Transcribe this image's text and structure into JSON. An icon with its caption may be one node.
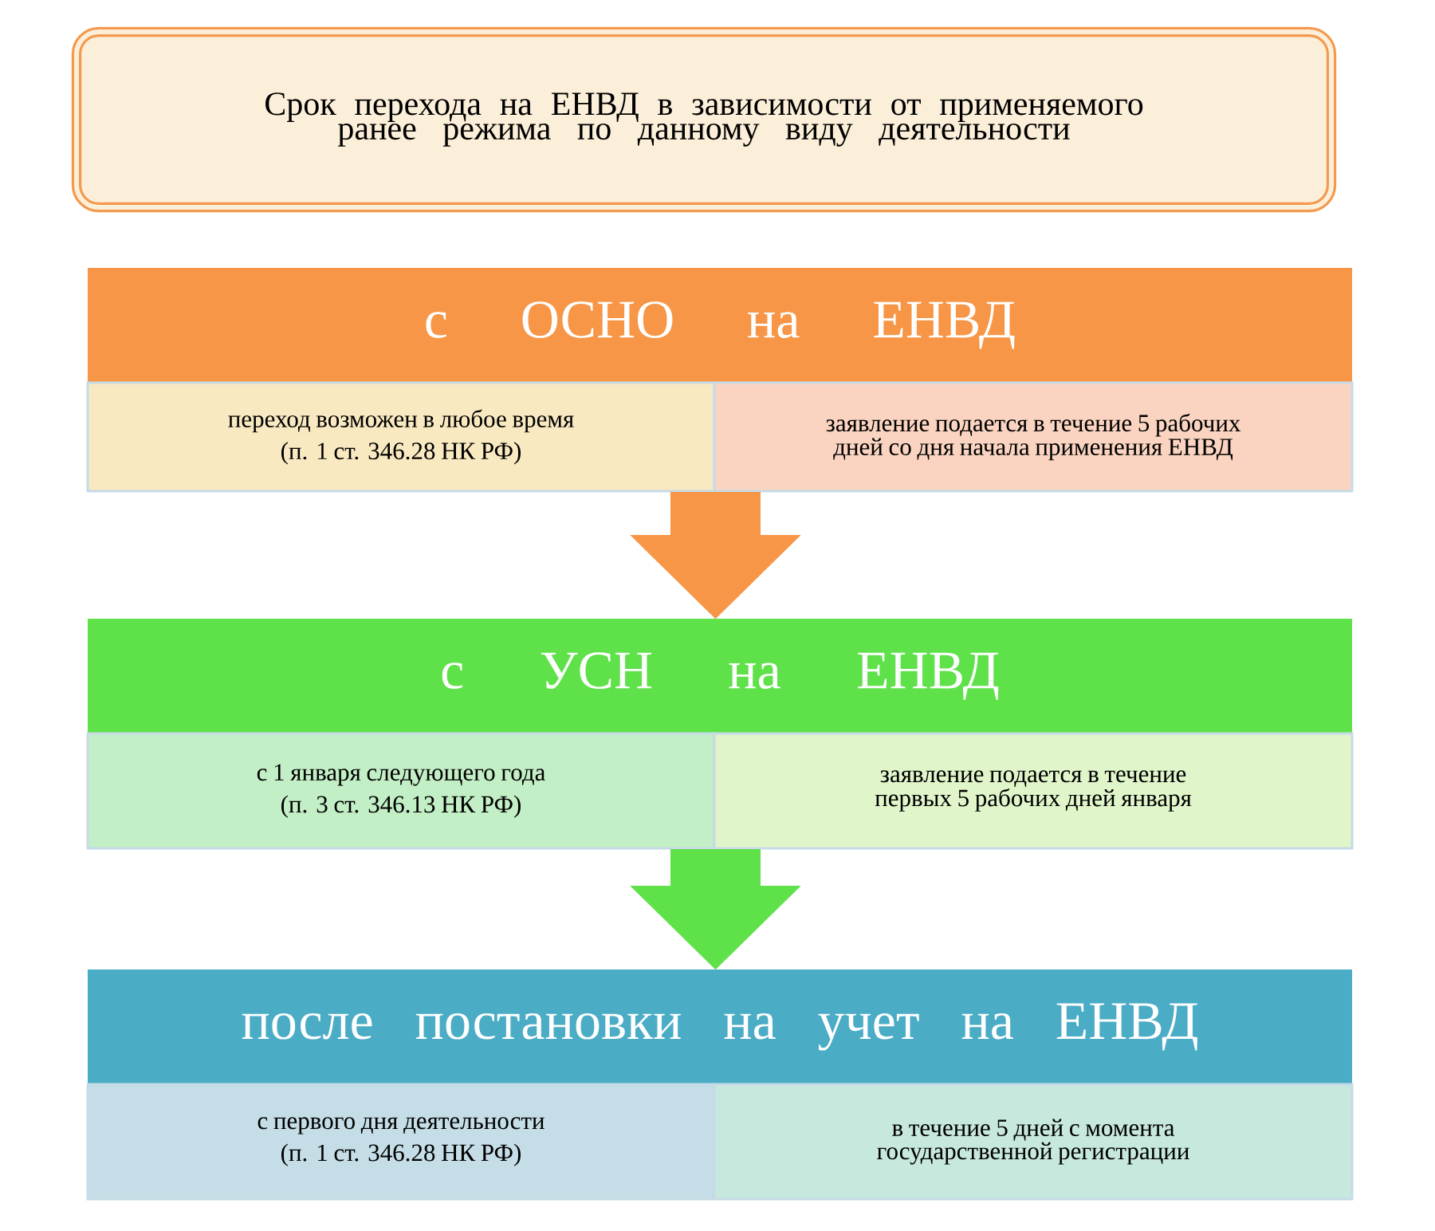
{
  "diagram": {
    "nodes": [
      {
        "text": [
          "Срок перехода на ЕНВД в зависимости от применяемого ранее режима по данному виду деятельности"
        ]
      },
      {
        "text": [
          "с ОСНО на ЕНВД"
        ]
      },
      {
        "text": [
          "переход возможен в любое время",
          "(п. 1 ст. 346.28 НК РФ)"
        ]
      },
      {
        "text": [
          "заявление подается в течение 5 рабочих дней со дня начала применения ЕНВД"
        ]
      },
      {
        "text": [
          "с УСН на ЕНВД"
        ]
      },
      {
        "text": [
          "с 1 января следующего года",
          "(п. 3 ст. 346.13 НК РФ)"
        ]
      },
      {
        "text": [
          "заявление подается в течение первых 5 рабочих дней января"
        ]
      },
      {
        "text": [
          "после постановки на учет на ЕНВД"
        ]
      },
      {
        "text": [
          "с первого дня деятельности",
          "(п. 1 ст. 346.28 НК РФ)"
        ]
      },
      {
        "text": [
          "в течение 5 дней с момента государственной регистрации"
        ]
      }
    ],
    "edges": [
      {
        "from": 2,
        "to": 4,
        "arrow": "to",
        "style": "thick",
        "color": "#f79646"
      },
      {
        "from": 5,
        "to": 7,
        "arrow": "to",
        "style": "thick",
        "color": "#5fe14a"
      }
    ]
  }
}
